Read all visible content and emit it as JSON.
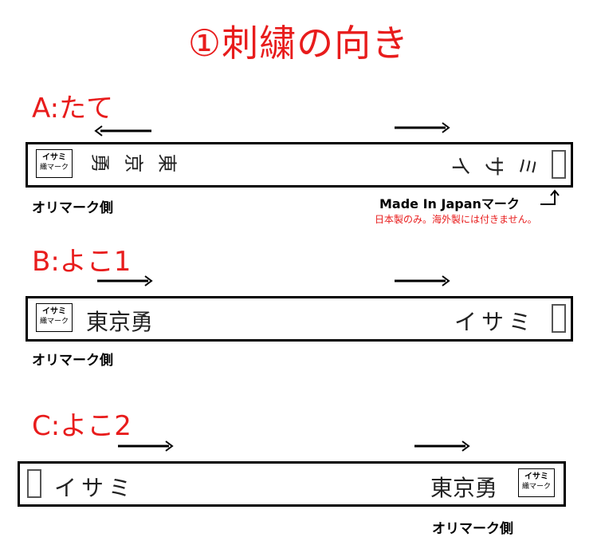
{
  "title": "①刺繍の向き",
  "sections": {
    "a": {
      "label": "A:たて",
      "mark_line1": "イサミ",
      "mark_line2": "織マーク",
      "text_left_chars": [
        "東",
        "京",
        "勇"
      ],
      "text_right_chars": [
        "イ",
        "サ",
        "ミ"
      ],
      "caption_mark_side": "オリマーク側",
      "made_in_label": "Made In Japanマーク",
      "made_in_note": "日本製のみ。海外製には付きません。"
    },
    "b": {
      "label": "B:よこ1",
      "mark_line1": "イサミ",
      "mark_line2": "織マーク",
      "text_left": "東京勇",
      "text_right": "イサミ",
      "caption_mark_side": "オリマーク側"
    },
    "c": {
      "label": "C:よこ2",
      "mark_line1": "イサミ",
      "mark_line2": "織マーク",
      "text_left": "イサミ",
      "text_right": "東京勇",
      "caption_mark_side": "オリマーク側"
    }
  },
  "colors": {
    "accent_red": "#e81c1c",
    "band_border": "#000000"
  }
}
